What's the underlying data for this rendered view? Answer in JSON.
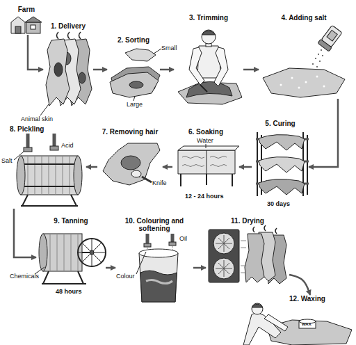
{
  "diagram": {
    "nodes": [
      {
        "text": [
          "Farm"
        ]
      },
      {
        "text": [
          "1. Delivery"
        ]
      },
      {
        "text": [
          "2. Sorting"
        ]
      },
      {
        "text": [
          "3. Trimming"
        ]
      },
      {
        "text": [
          "4. Adding salt"
        ]
      },
      {
        "text": [
          "5. Curing"
        ]
      },
      {
        "text": [
          "6. Soaking"
        ]
      },
      {
        "text": [
          "7. Removing hair"
        ]
      },
      {
        "text": [
          "8. Pickling"
        ]
      },
      {
        "text": [
          "9. Tanning"
        ]
      },
      {
        "text": [
          "10. Colouring and softening"
        ]
      },
      {
        "text": [
          "11. Drying"
        ]
      },
      {
        "text": [
          "12. Waxing"
        ]
      }
    ],
    "edges": [
      {
        "from": 0,
        "to": 1,
        "arrow": "to"
      },
      {
        "from": 1,
        "to": 2,
        "arrow": "to"
      },
      {
        "from": 2,
        "to": 3,
        "arrow": "to"
      },
      {
        "from": 3,
        "to": 4,
        "arrow": "to"
      },
      {
        "from": 4,
        "to": 5,
        "arrow": "to"
      },
      {
        "from": 5,
        "to": 6,
        "arrow": "to"
      },
      {
        "from": 6,
        "to": 7,
        "arrow": "to"
      },
      {
        "from": 7,
        "to": 8,
        "arrow": "to"
      },
      {
        "from": 8,
        "to": 9,
        "arrow": "to"
      },
      {
        "from": 9,
        "to": 10,
        "arrow": "to"
      },
      {
        "from": 10,
        "to": 11,
        "arrow": "to"
      },
      {
        "from": 11,
        "to": 12,
        "arrow": "to"
      }
    ],
    "labels": [
      "Animal skin",
      "Small",
      "Large",
      "Water",
      "12 - 24 hours",
      "30 days",
      "Knife",
      "Acid",
      "Salt",
      "Chemicals",
      "48 hours",
      "Colour",
      "Oil",
      "WAX"
    ]
  }
}
